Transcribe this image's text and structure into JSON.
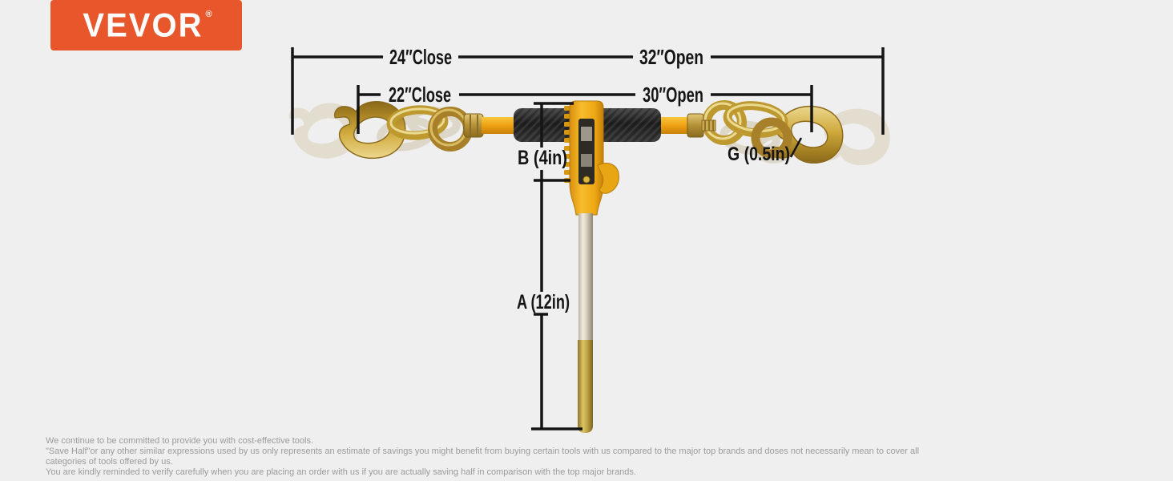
{
  "brand": {
    "logo_text": "VEVOR",
    "registered_mark": "®",
    "logo_bg": "#e8562b",
    "logo_text_color": "#ffffff"
  },
  "diagram": {
    "measurements": {
      "top_close": "24″Close",
      "top_open": "32″Open",
      "mid_close": "22″Close",
      "mid_open": "30″Open",
      "binder_height": "B (4in)",
      "handle_length": "A (12in)",
      "hook_opening": "G (0.5in)"
    },
    "colors": {
      "line": "#151515",
      "powder_yellow": "#eda112",
      "grip_black": "#2a2a2a",
      "chain_gold": "#bd9930",
      "background": "#efefef"
    }
  },
  "disclaimer": {
    "line1": "We continue to be committed to provide you with cost-effective tools.",
    "line2": "\"Save Half\"or any other similar expressions used by us only represents an estimate of savings you might benefit from buying certain tools with us compared to the major top brands and doses not necessarily mean to cover all categories of tools offered by us.",
    "line3": "You are kindly reminded to verify carefully when you are placing an order with us if you are actually saving half in comparison with the top major brands."
  }
}
